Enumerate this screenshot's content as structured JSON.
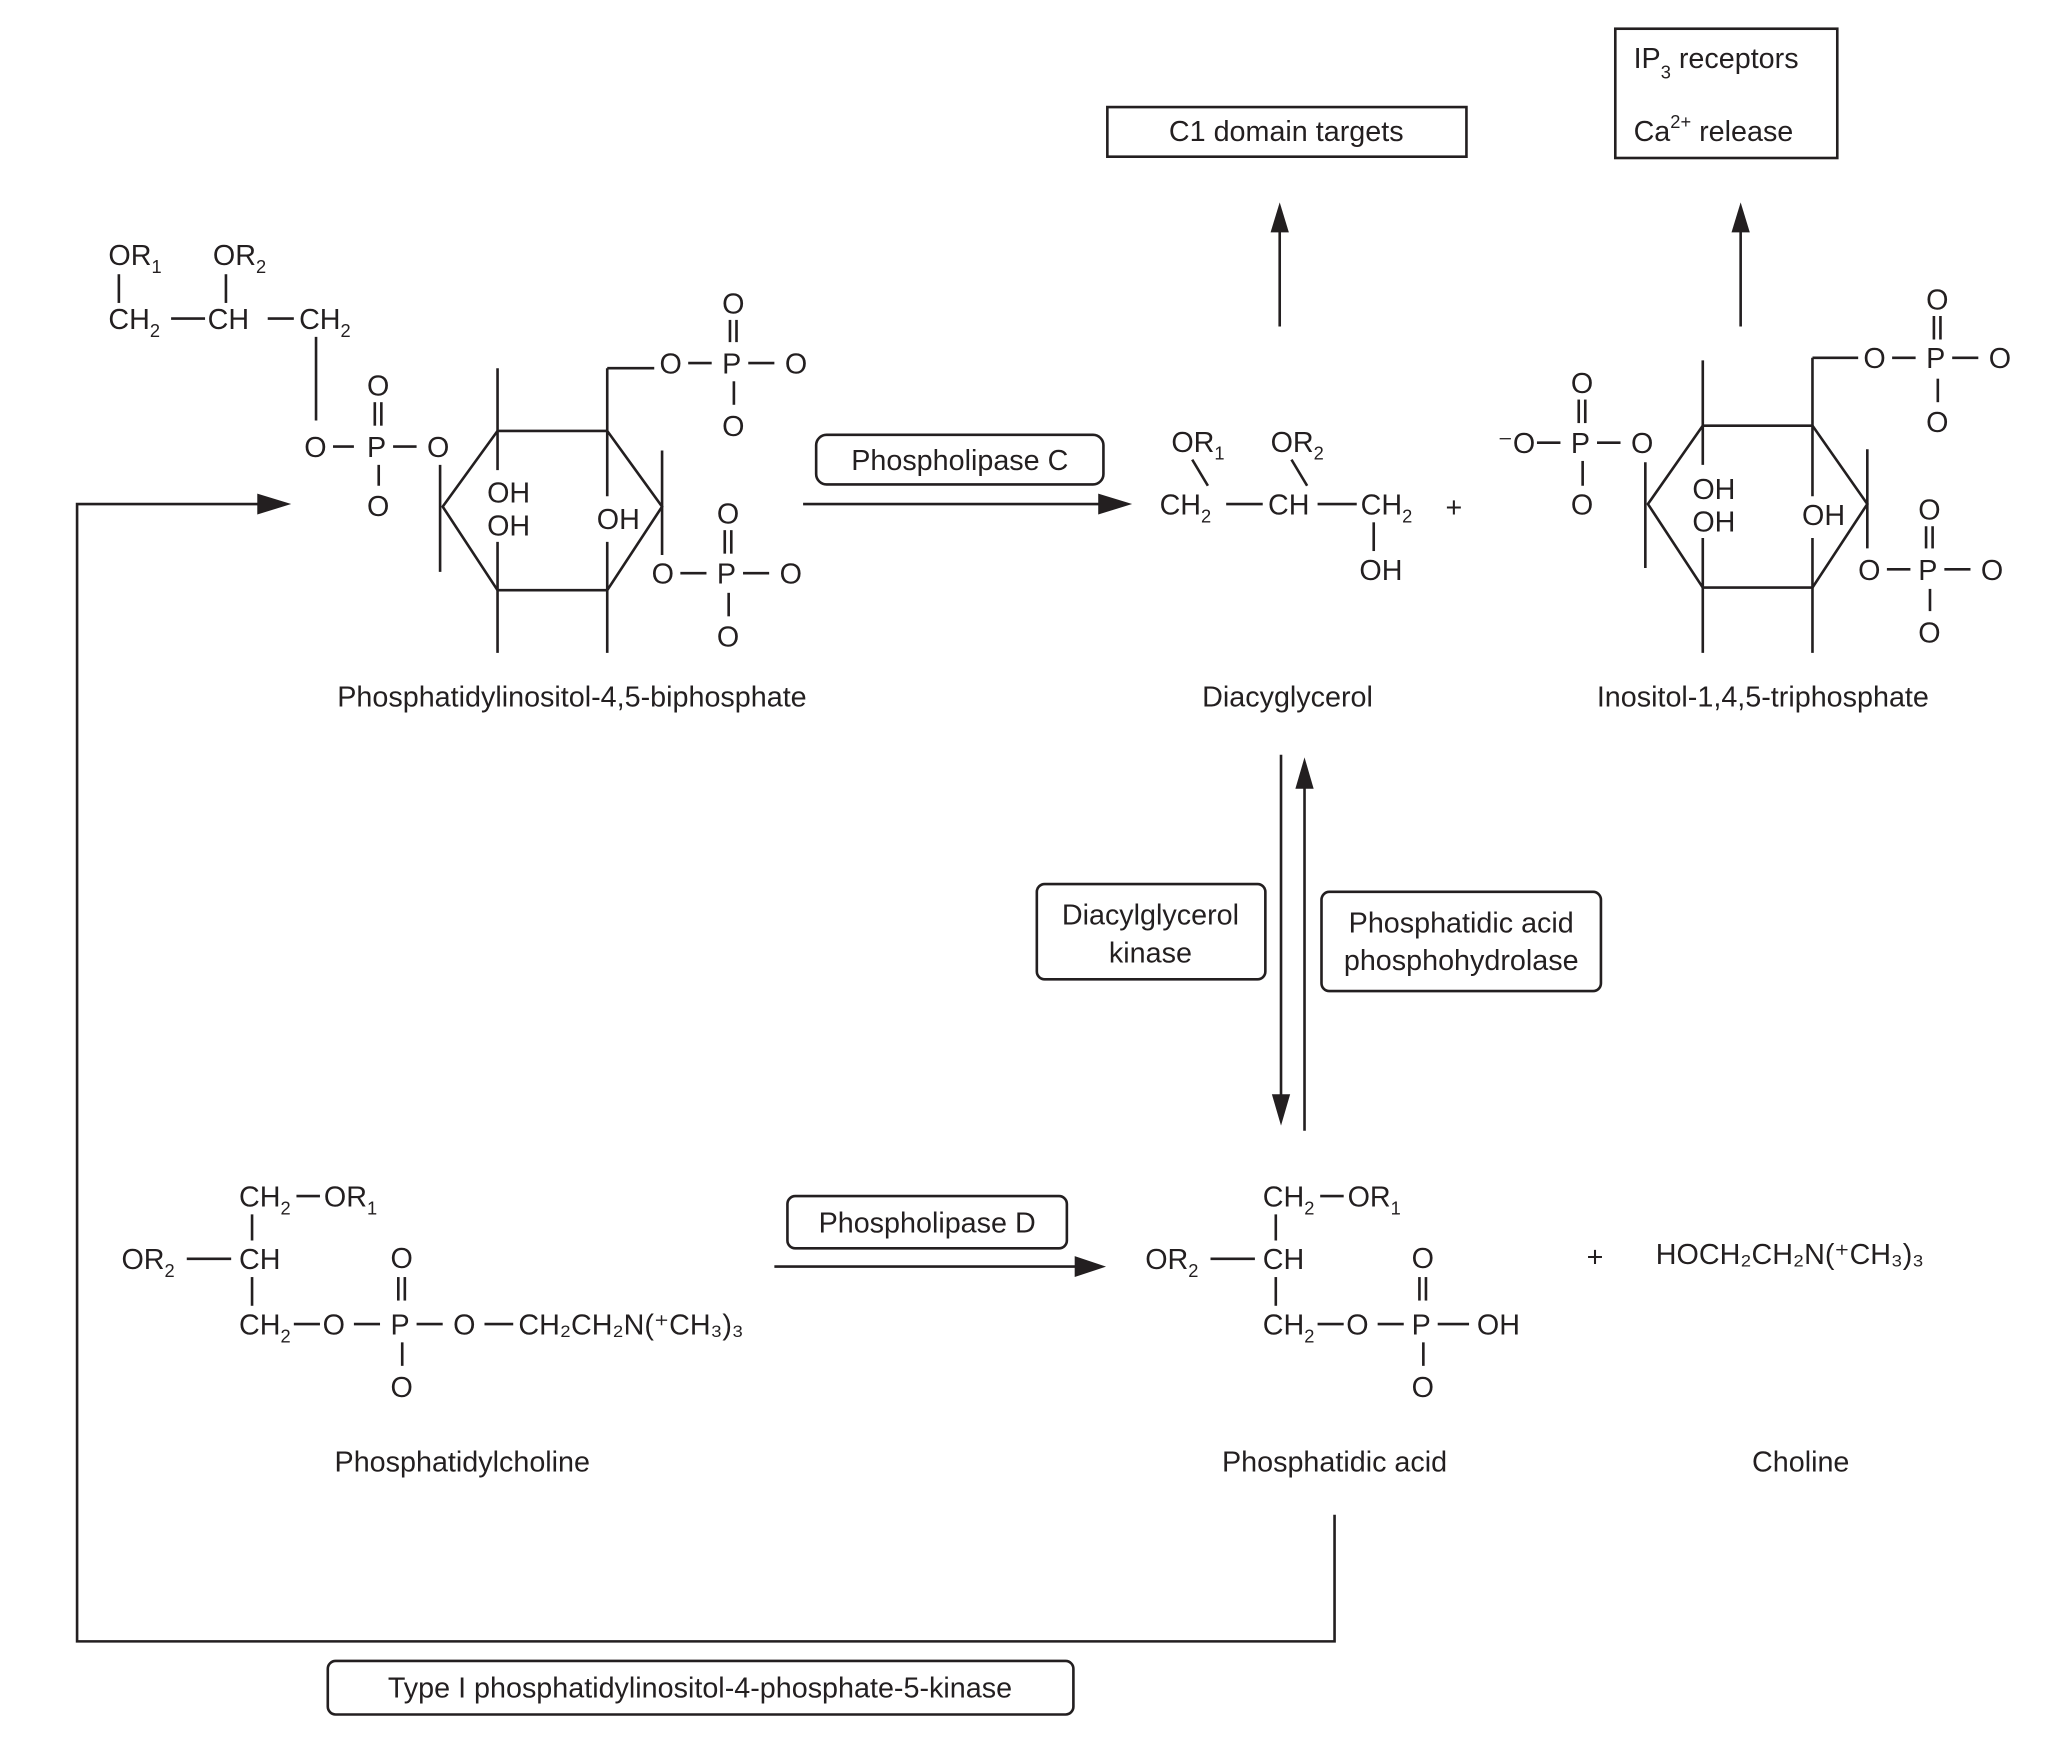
{
  "figure": {
    "enzymes": {
      "phospholipase_c": "Phospholipase C",
      "phospholipase_d": "Phospholipase D",
      "dag_kinase_line1": "Diacylglycerol",
      "dag_kinase_line2": "kinase",
      "pa_phosphohydrolase_line1": "Phosphatidic acid",
      "pa_phosphohydrolase_line2": "phosphohydrolase",
      "pip5k": "Type I phosphatidylinositol-4-phosphate-5-kinase"
    },
    "targets": {
      "c1_domain": "C1 domain targets",
      "ip3_receptors_main": "IP",
      "ip3_receptors_sub": "3",
      "ip3_receptors_rest": " receptors",
      "ca_main": "Ca",
      "ca_sup": "2+",
      "ca_rest": " release"
    },
    "compounds": {
      "pip2": "Phosphatidylinositol-4,5-biphosphate",
      "dag": "Diacyglycerol",
      "ip3": "Inositol-1,4,5-triphosphate",
      "pc": "Phosphatidylcholine",
      "pa": "Phosphatidic acid",
      "choline": "Choline"
    },
    "atoms": {
      "O": "O",
      "P": "P",
      "OH": "OH",
      "CH": "CH",
      "CH2": "CH",
      "two": "2",
      "OR": "OR",
      "one": "1",
      "neg_O": "⁻O",
      "plus": "+",
      "choline_formula": "HOCH₂CH₂N(⁺CH₃)₃",
      "pc_tail": "CH₂CH₂N(⁺CH₃)₃"
    }
  }
}
